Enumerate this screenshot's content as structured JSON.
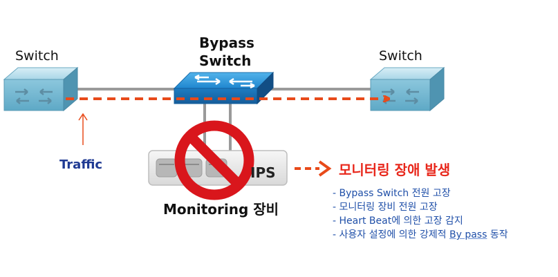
{
  "labels": {
    "switch_left": "Switch",
    "switch_right": "Switch",
    "bypass_line1": "Bypass",
    "bypass_line2": "Switch",
    "traffic": "Traffic",
    "ips": "IPS",
    "monitoring": "Monitoring 장비",
    "issue": "모니터링 장애 발생"
  },
  "bullets": [
    {
      "text": "- Bypass Switch 전원 고장"
    },
    {
      "text": "- 모니터링 장비 전원 고장"
    },
    {
      "text": "- Heart Beat에 의한 고장 감지"
    },
    {
      "text": "- 사용자 설정에 의한 강제적 ",
      "underlined": "By pass",
      "suffix": " 동작"
    }
  ],
  "colors": {
    "traffic_arrow": "#e84a1a",
    "traffic_label": "#1f3a93",
    "issue_text": "#e8271b",
    "bullet_text": "#1f4fa8",
    "prohibit_sign": "#d9161c",
    "switch_body": "#9fd3e6",
    "bypass_switch_body": "#2a8ed1"
  },
  "icons": {
    "left_switch": "network-switch-icon",
    "right_switch": "network-switch-icon",
    "bypass_switch": "network-switch-icon",
    "monitoring_device": "server-appliance-icon",
    "prohibition": "no-entry-icon"
  }
}
